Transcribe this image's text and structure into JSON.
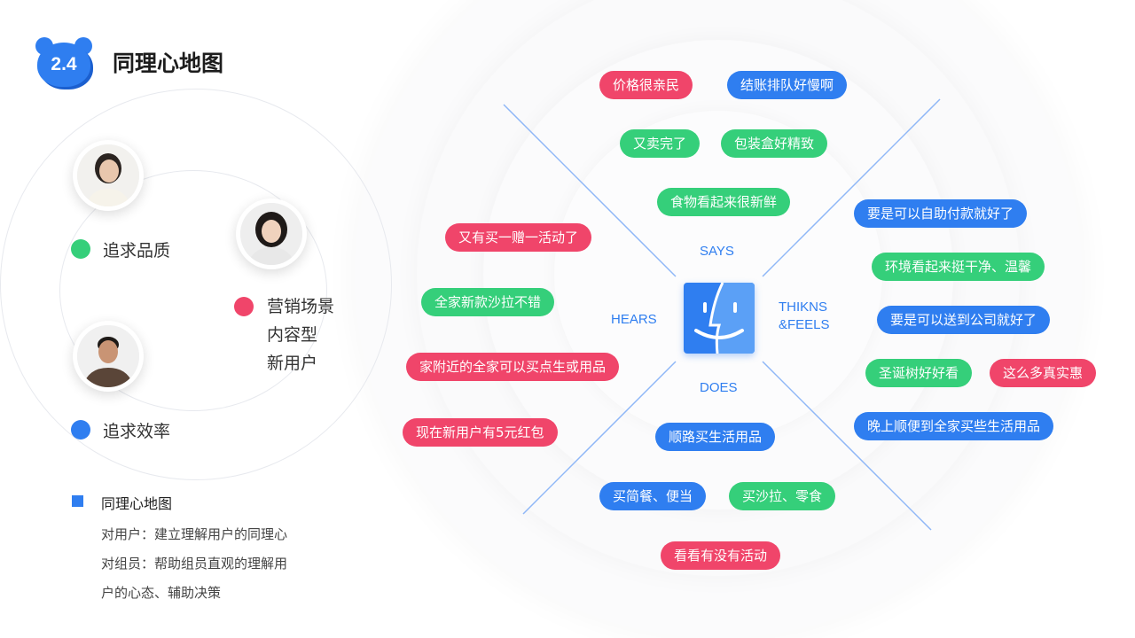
{
  "header": {
    "badge": "2.4",
    "title": "同理心地图"
  },
  "left": {
    "quality_label": "追求品质",
    "efficiency_label": "追求效率",
    "scenario_lines": [
      "营销场景",
      "内容型",
      "新用户"
    ],
    "note": {
      "title": "同理心地图",
      "lines": [
        "对用户：建立理解用户的同理心",
        "对组员：帮助组员直观的理解用",
        "户的心态、辅助决策"
      ]
    }
  },
  "map": {
    "axis": {
      "says": "SAYS",
      "hears": "HEARS",
      "thinks_1": "THIKNS",
      "thinks_2": "&FEELS",
      "does": "DOES"
    },
    "colors": {
      "red": "#f0456a",
      "blue": "#2f7ef0",
      "green": "#35cf7a"
    },
    "says": [
      "价格很亲民",
      "结账排队好慢啊",
      "又卖完了",
      "包装盒好精致",
      "食物看起来很新鲜"
    ],
    "hears": [
      "又有买一赠一活动了",
      "全家新款沙拉不错",
      "家附近的全家可以买点生或用品",
      "现在新用户有5元红包"
    ],
    "thinks": [
      "要是可以自助付款就好了",
      "环境看起来挺干净、温馨",
      "要是可以送到公司就好了",
      "圣诞树好好看",
      "这么多真实惠",
      "晚上顺便到全家买些生活用品"
    ],
    "does": [
      "顺路买生活用品",
      "买简餐、便当",
      "买沙拉、零食",
      "看看有没有活动"
    ]
  }
}
